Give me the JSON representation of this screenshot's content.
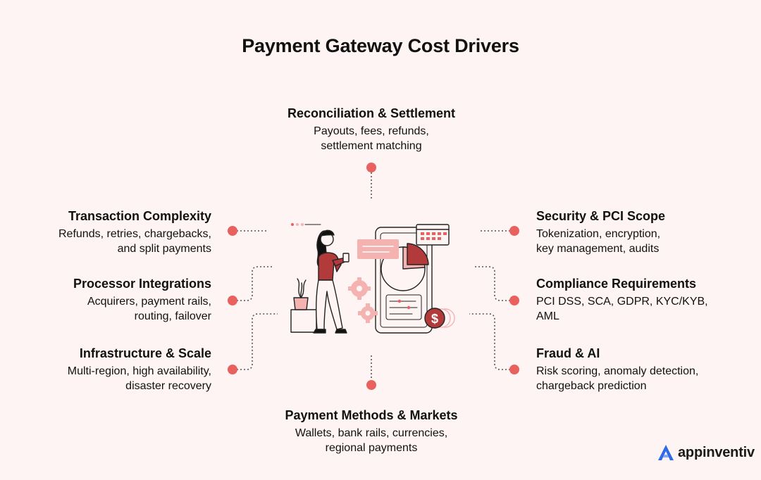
{
  "title": "Payment Gateway Cost Drivers",
  "colors": {
    "accent": "#e8615f",
    "accent_light": "#f4b3b1",
    "background": "#fdf4f3",
    "text": "#111111",
    "brand_blue": "#2f6ae8"
  },
  "nodes": [
    {
      "id": "reconciliation",
      "title": "Reconciliation & Settlement",
      "desc": [
        "Payouts, fees, refunds,",
        "settlement matching"
      ]
    },
    {
      "id": "transaction",
      "title": "Transaction Complexity",
      "desc": [
        "Refunds, retries, chargebacks,",
        "and split payments"
      ]
    },
    {
      "id": "processor",
      "title": "Processor Integrations",
      "desc": [
        "Acquirers, payment rails,",
        "routing, failover"
      ]
    },
    {
      "id": "infrastructure",
      "title": "Infrastructure & Scale",
      "desc": [
        "Multi-region, high availability,",
        "disaster recovery"
      ]
    },
    {
      "id": "security",
      "title": "Security & PCI Scope",
      "desc": [
        "Tokenization, encryption,",
        "key management, audits"
      ]
    },
    {
      "id": "compliance",
      "title": "Compliance Requirements",
      "desc": [
        "PCI DSS, SCA, GDPR, KYC/KYB,",
        "AML"
      ]
    },
    {
      "id": "fraud",
      "title": "Fraud & AI",
      "desc": [
        "Risk scoring, anomaly detection,",
        "chargeback prediction"
      ]
    },
    {
      "id": "payment_methods",
      "title": "Payment Methods & Markets",
      "desc": [
        "Wallets, bank rails, currencies,",
        "regional payments"
      ]
    }
  ],
  "illustration": {
    "name": "person-with-phone-illustration",
    "icons": [
      "dollar-coin-icon",
      "gear-icon",
      "calendar-icon",
      "pie-chart-icon",
      "plant-icon"
    ]
  },
  "logo": {
    "text": "appinventiv",
    "icon": "appinventiv-logo-icon"
  }
}
